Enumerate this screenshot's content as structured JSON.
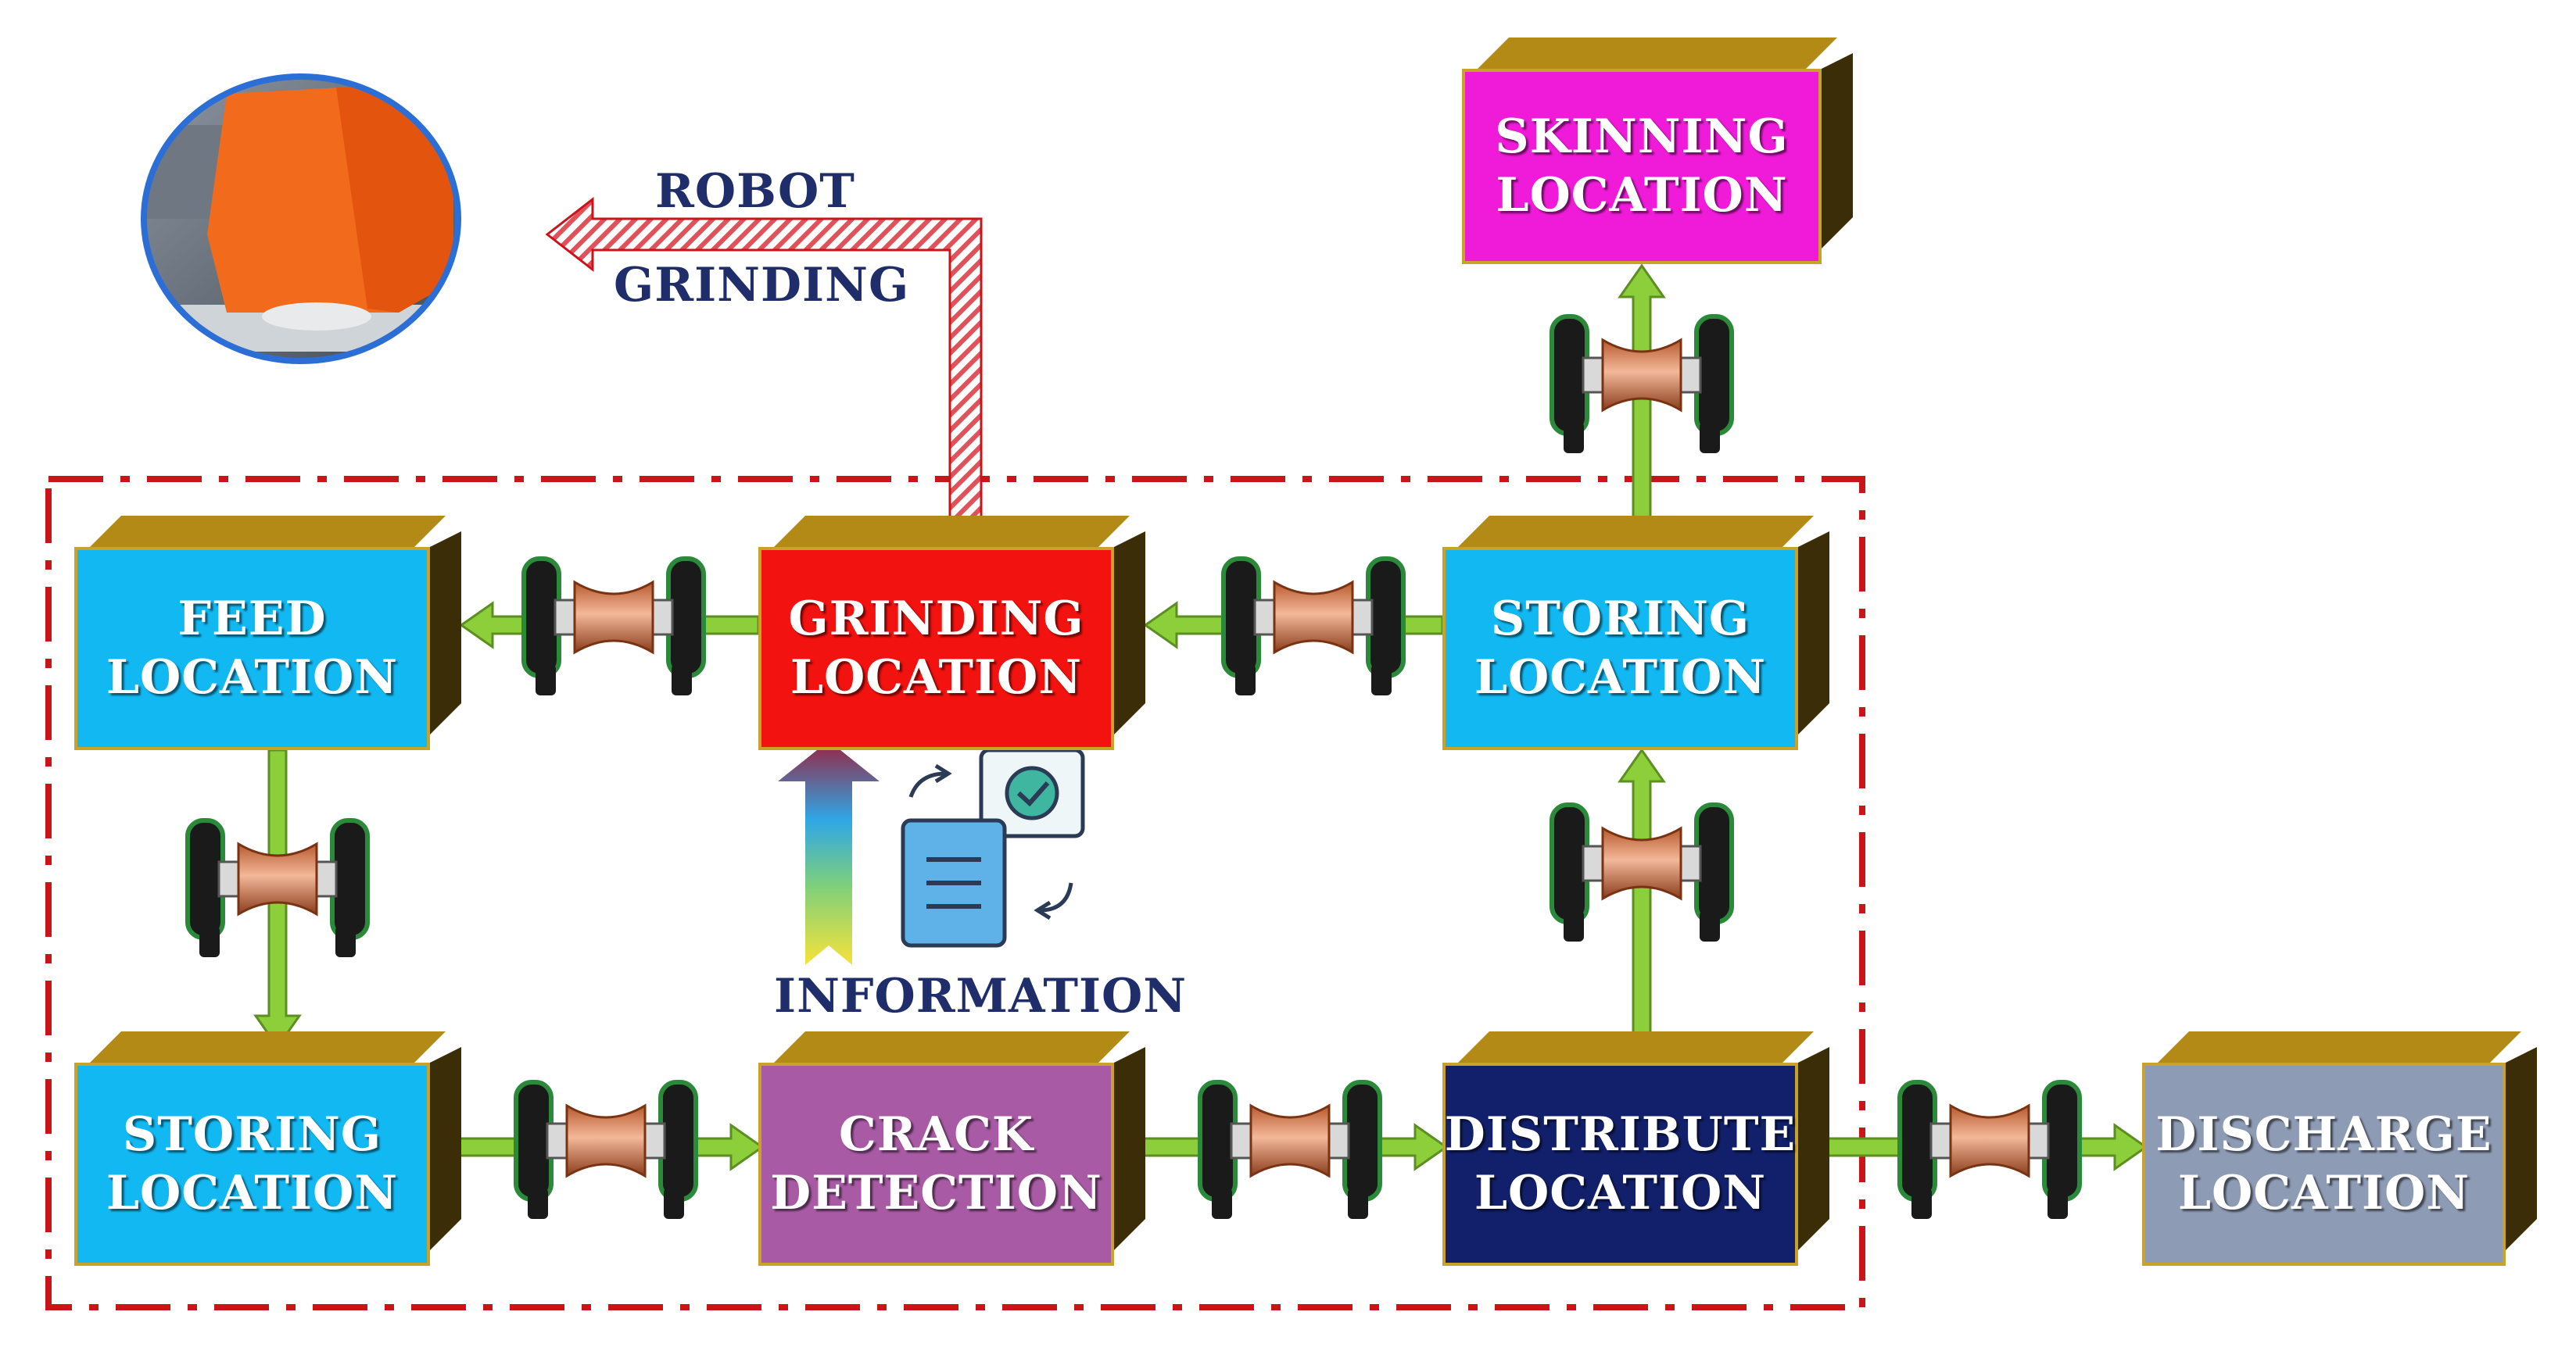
{
  "stations": {
    "skinning": {
      "line1": "SKINNING",
      "line2": "LOCATION",
      "color": "#ef1bd8"
    },
    "feed": {
      "line1": "FEED",
      "line2": "LOCATION",
      "color": "#12b8f2"
    },
    "grinding": {
      "line1": "GRINDING",
      "line2": "LOCATION",
      "color": "#f2120f"
    },
    "storing_top": {
      "line1": "STORING",
      "line2": "LOCATION",
      "color": "#12b8f2"
    },
    "storing_bottom": {
      "line1": "STORING",
      "line2": "LOCATION",
      "color": "#12b8f2"
    },
    "crack": {
      "line1": "CRACK",
      "line2": "DETECTION",
      "color": "#a85aa4"
    },
    "distribute": {
      "line1": "DISTRIBUTE",
      "line2": "LOCATION",
      "color": "#12206b"
    },
    "discharge": {
      "line1": "DISCHARGE",
      "line2": "LOCATION",
      "color": "#8e9bb5"
    }
  },
  "labels": {
    "robot": "ROBOT",
    "grinding": "GRINDING",
    "information": "INFORMATION"
  },
  "colors": {
    "arrow_green": "#8ccf3a",
    "boundary_red": "#c9141a",
    "label_navy": "#1f2e6b",
    "robot_arrow": "#e0525a"
  },
  "icons": [
    "robot-grinding-photo",
    "document-sync-icon",
    "roller-conveyor-icon"
  ]
}
